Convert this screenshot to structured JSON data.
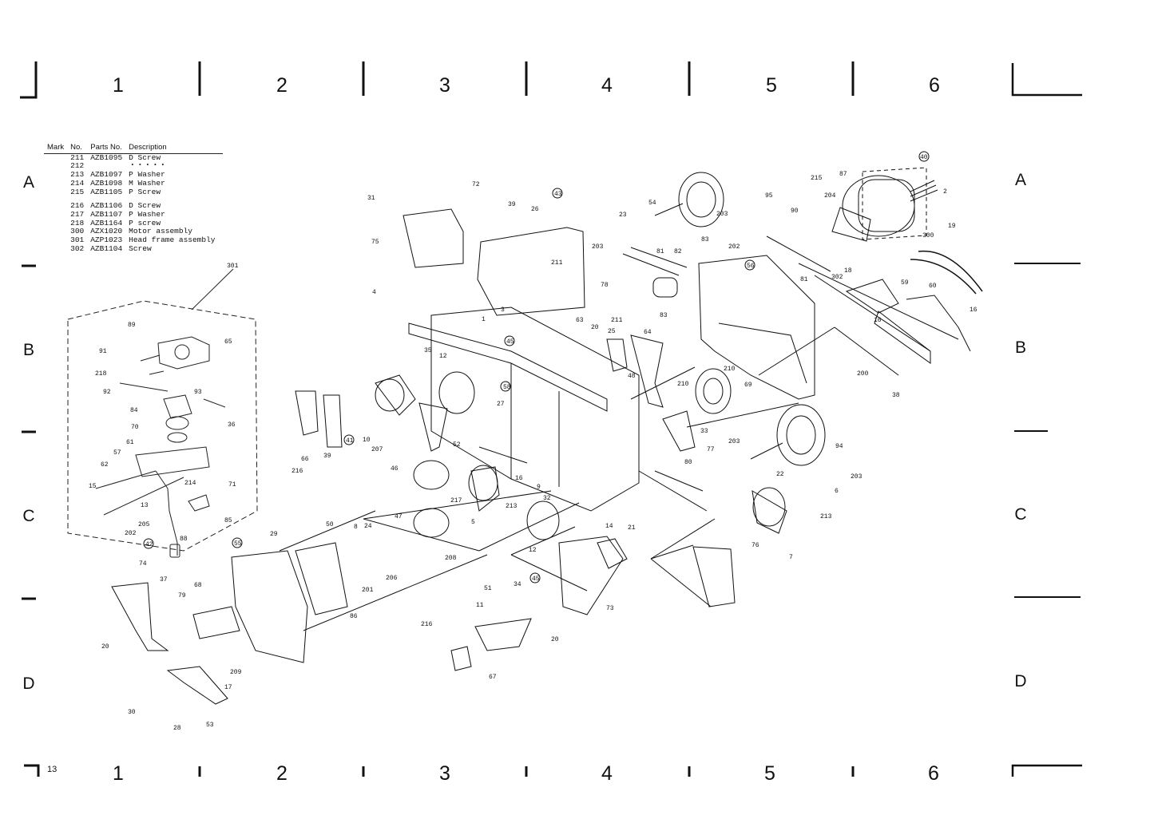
{
  "grid": {
    "columns_top": [
      "1",
      "2",
      "3",
      "4",
      "5",
      "6"
    ],
    "columns_bottom": [
      "1",
      "2",
      "3",
      "4",
      "5",
      "6"
    ],
    "rows_left": [
      "A",
      "B",
      "C",
      "D"
    ],
    "rows_right": [
      "A",
      "B",
      "C",
      "D"
    ]
  },
  "page_number": "13",
  "parts_table": {
    "headers": {
      "mark": "Mark",
      "no": "No.",
      "parts_no": "Parts No.",
      "description": "Description"
    },
    "rows": [
      {
        "no": "211",
        "parts_no": "AZB1095",
        "description": "D Screw"
      },
      {
        "no": "212",
        "parts_no": "",
        "description": "・・・・・"
      },
      {
        "no": "213",
        "parts_no": "AZB1097",
        "description": "P Washer"
      },
      {
        "no": "214",
        "parts_no": "AZB1098",
        "description": "M Washer"
      },
      {
        "no": "215",
        "parts_no": "AZB1105",
        "description": "P Screw"
      },
      {
        "no": "216",
        "parts_no": "AZB1106",
        "description": "D Screw"
      },
      {
        "no": "217",
        "parts_no": "AZB1107",
        "description": "P Washer"
      },
      {
        "no": "218",
        "parts_no": "AZB1164",
        "description": "P screw"
      },
      {
        "no": "300",
        "parts_no": "AZX1020",
        "description": "Motor assembly"
      },
      {
        "no": "301",
        "parts_no": "AZP1023",
        "description": "Head frame assembly"
      },
      {
        "no": "302",
        "parts_no": "AZB1104",
        "description": "Screw"
      }
    ]
  },
  "callouts": {
    "c301": "301",
    "c89": "89",
    "c65": "65",
    "c91": "91",
    "c218": "218",
    "c92": "92",
    "c84": "84",
    "c93": "93",
    "c36": "36",
    "c70": "70",
    "c61": "61",
    "c57": "57",
    "c62": "62",
    "c15": "15",
    "c13": "13",
    "c214": "214",
    "c71": "71",
    "c202a": "202",
    "c205": "205",
    "c85": "85",
    "c42": "42",
    "c88": "88",
    "c31": "31",
    "c72": "72",
    "c75": "75",
    "c4": "4",
    "c39a": "39",
    "c26": "26",
    "c43": "43",
    "c211a": "211",
    "c1": "1",
    "c3": "3",
    "c23": "23",
    "c203a": "203",
    "c78": "78",
    "c54": "54",
    "c95": "95",
    "c203b": "203",
    "c81a": "81",
    "c82": "82",
    "c83a": "83",
    "c202b": "202",
    "c56": "56",
    "c83b": "83",
    "c90": "90",
    "c215": "215",
    "c87": "87",
    "c204": "204",
    "c2": "2",
    "c300": "300",
    "c19": "19",
    "c81b": "81",
    "c18": "18",
    "c302": "302",
    "c59": "59",
    "c60": "60",
    "c16a": "16",
    "c16b": "16",
    "c200": "200",
    "c38": "38",
    "c35": "35",
    "c12a": "12",
    "c58": "58",
    "c45a": "45",
    "c63": "63",
    "c20a": "20",
    "c25": "25",
    "c211b": "211",
    "c64": "64",
    "c48": "48",
    "c210a": "210",
    "c210b": "210",
    "c69": "69",
    "c27": "27",
    "c10": "10",
    "c207": "207",
    "c52": "52",
    "c66": "66",
    "c216a": "216",
    "c39b": "39",
    "c41": "41",
    "c33": "33",
    "c80": "80",
    "c203c": "203",
    "c94": "94",
    "c22": "22",
    "c77": "77",
    "c6": "6",
    "c203d": "203",
    "c46": "46",
    "c16c": "16",
    "c9": "9",
    "c217": "217",
    "c5": "5",
    "c213a": "213",
    "c32": "32",
    "c213b": "213",
    "c47": "47",
    "c14": "14",
    "c21": "21",
    "c7": "7",
    "c76": "76",
    "c8": "8",
    "c24": "24",
    "c206": "206",
    "c201": "201",
    "c208": "208",
    "c12b": "12",
    "c51": "51",
    "c45b": "45",
    "c73": "73",
    "c74": "74",
    "c37": "37",
    "c68": "68",
    "c29": "29",
    "c55": "55",
    "c50": "50",
    "c79": "79",
    "c86": "86",
    "c20b": "20",
    "c209": "209",
    "c17": "17",
    "c30": "30",
    "c28": "28",
    "c53": "53",
    "c11": "11",
    "c34": "34",
    "c216b": "216",
    "c20c": "20",
    "c67": "67",
    "c40": "40"
  }
}
